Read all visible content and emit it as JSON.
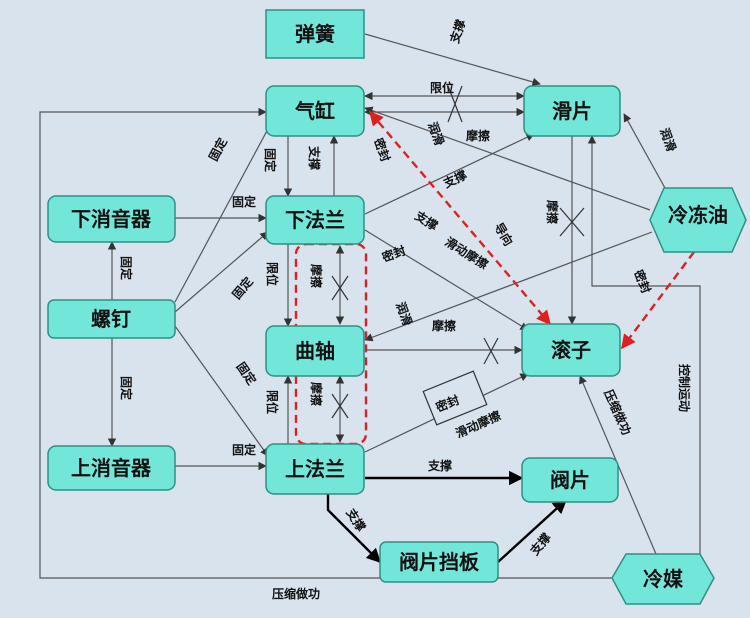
{
  "nodes": {
    "spring": "弹簧",
    "cylinder": "气缸",
    "vane": "滑片",
    "lower_muffler": "下消音器",
    "lower_flange": "下法兰",
    "oil": "冷冻油",
    "screw": "螺钉",
    "crankshaft": "曲轴",
    "roller": "滚子",
    "upper_muffler": "上消音器",
    "upper_flange": "上法兰",
    "valve": "阀片",
    "valve_stop": "阀片挡板",
    "refrigerant": "冷媒"
  },
  "labels": {
    "support": "支撑",
    "limit": "限位",
    "lubricate": "润滑",
    "friction": "摩擦",
    "fix": "固定",
    "seal": "密封",
    "guide": "导向",
    "sliding_friction": "滑动摩擦",
    "compress_work": "压缩做功",
    "control_motion": "控制运动"
  },
  "colors": {
    "node_fill": "#72e6d8",
    "node_stroke": "#2f8f84",
    "highlight": "#e02020",
    "background": "#d9e3ee"
  }
}
